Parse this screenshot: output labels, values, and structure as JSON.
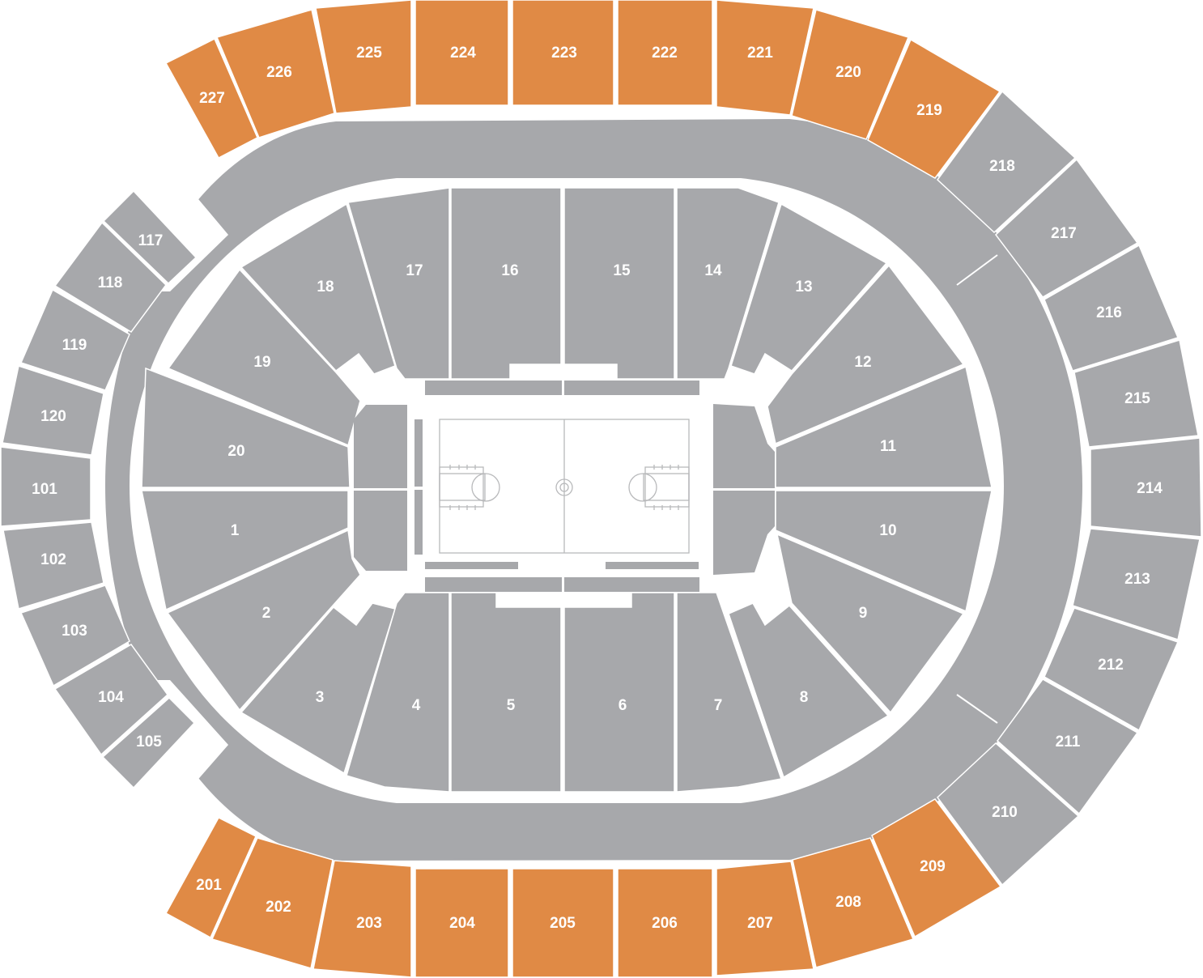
{
  "colors": {
    "available": "#e08a45",
    "unavailable": "#a7a8ab",
    "background": "#ffffff"
  },
  "sections": [
    {
      "label": "227",
      "available": true
    },
    {
      "label": "226",
      "available": true
    },
    {
      "label": "225",
      "available": true
    },
    {
      "label": "224",
      "available": true
    },
    {
      "label": "223",
      "available": true
    },
    {
      "label": "222",
      "available": true
    },
    {
      "label": "221",
      "available": true
    },
    {
      "label": "220",
      "available": true
    },
    {
      "label": "219",
      "available": true
    },
    {
      "label": "218",
      "available": false
    },
    {
      "label": "217",
      "available": false
    },
    {
      "label": "216",
      "available": false
    },
    {
      "label": "215",
      "available": false
    },
    {
      "label": "214",
      "available": false
    },
    {
      "label": "213",
      "available": false
    },
    {
      "label": "212",
      "available": false
    },
    {
      "label": "211",
      "available": false
    },
    {
      "label": "210",
      "available": false
    },
    {
      "label": "209",
      "available": true
    },
    {
      "label": "208",
      "available": true
    },
    {
      "label": "207",
      "available": true
    },
    {
      "label": "206",
      "available": true
    },
    {
      "label": "205",
      "available": true
    },
    {
      "label": "204",
      "available": true
    },
    {
      "label": "203",
      "available": true
    },
    {
      "label": "202",
      "available": true
    },
    {
      "label": "201",
      "available": true
    },
    {
      "label": "117",
      "available": false
    },
    {
      "label": "118",
      "available": false
    },
    {
      "label": "119",
      "available": false
    },
    {
      "label": "120",
      "available": false
    },
    {
      "label": "101",
      "available": false
    },
    {
      "label": "102",
      "available": false
    },
    {
      "label": "103",
      "available": false
    },
    {
      "label": "104",
      "available": false
    },
    {
      "label": "105",
      "available": false
    },
    {
      "label": "1",
      "available": false
    },
    {
      "label": "2",
      "available": false
    },
    {
      "label": "3",
      "available": false
    },
    {
      "label": "4",
      "available": false
    },
    {
      "label": "5",
      "available": false
    },
    {
      "label": "6",
      "available": false
    },
    {
      "label": "7",
      "available": false
    },
    {
      "label": "8",
      "available": false
    },
    {
      "label": "9",
      "available": false
    },
    {
      "label": "10",
      "available": false
    },
    {
      "label": "11",
      "available": false
    },
    {
      "label": "12",
      "available": false
    },
    {
      "label": "13",
      "available": false
    },
    {
      "label": "14",
      "available": false
    },
    {
      "label": "15",
      "available": false
    },
    {
      "label": "16",
      "available": false
    },
    {
      "label": "17",
      "available": false
    },
    {
      "label": "18",
      "available": false
    },
    {
      "label": "19",
      "available": false
    },
    {
      "label": "20",
      "available": false
    }
  ]
}
